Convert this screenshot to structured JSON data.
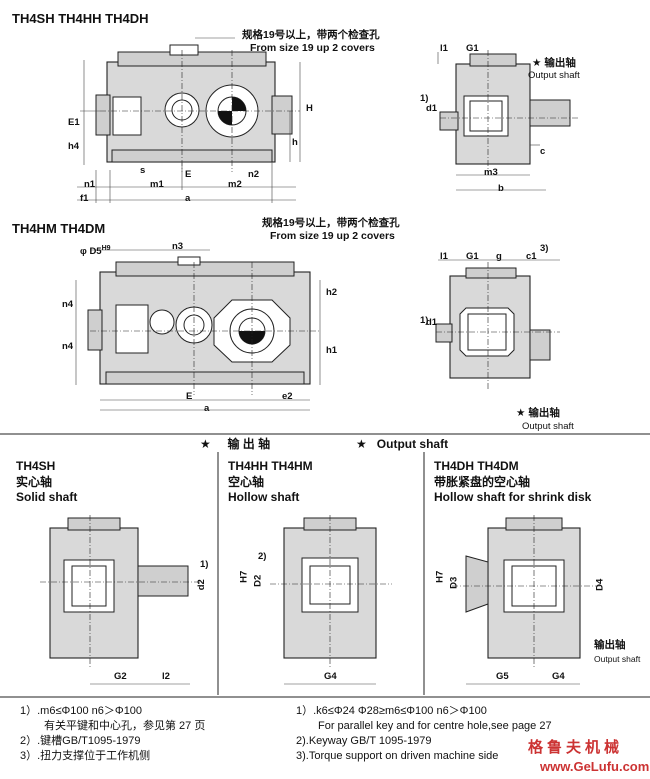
{
  "top": {
    "title": "TH4SH  TH4HH  TH4DH",
    "note_cn": "规格19号以上，带两个检查孔",
    "note_en": "From size 19 up 2 covers",
    "labels": {
      "E1": "E1",
      "h4": "h4",
      "s": "s",
      "E": "E",
      "n2": "n2",
      "n1": "n1",
      "m1": "m1",
      "m2": "m2",
      "f1": "f1",
      "a": "a",
      "H": "H",
      "h": "h",
      "l1": "l1",
      "G1": "G1",
      "d1": "d1",
      "c": "c",
      "m3": "m3",
      "b": "b"
    },
    "output_shaft_cn": "输出轴",
    "output_shaft_en": "Output shaft",
    "ref1": "1)"
  },
  "middle": {
    "title": "TH4HM  TH4DM",
    "note_cn": "规格19号以上，带两个检查孔",
    "note_en": "From size 19 up 2 covers",
    "labels": {
      "D5": "D5",
      "H9": "H9",
      "n3": "n3",
      "n4a": "n4",
      "n4b": "n4",
      "E": "E",
      "e2": "e2",
      "a": "a",
      "h2": "h2",
      "h1": "h1",
      "l1": "l1",
      "G1": "G1",
      "g": "g",
      "c1": "c1",
      "d1": "d1"
    },
    "ref1": "1)",
    "ref3": "3)",
    "output_shaft_cn": "输出轴",
    "output_shaft_en": "Output shaft"
  },
  "divider": {
    "star": "★",
    "cn": "输  出  轴",
    "en": "Output shaft"
  },
  "panels": [
    {
      "code": "TH4SH",
      "cn": "实心轴",
      "en": "Solid shaft",
      "labels": [
        "d2",
        "G2",
        "l2",
        "1)"
      ]
    },
    {
      "code": "TH4HH   TH4HM",
      "cn": "空心轴",
      "en": "Hollow shaft",
      "labels": [
        "D2",
        "H7",
        "G4",
        "2)"
      ]
    },
    {
      "code": "TH4DH   TH4DM",
      "cn": "带胀紧盘的空心轴",
      "en": "Hollow shaft for shrink disk",
      "labels": [
        "D3",
        "H7",
        "D4",
        "G5",
        "G4"
      ],
      "out_cn": "输出轴",
      "out_en": "Output shaft"
    }
  ],
  "footnotes_left": [
    "1）.m6≤Φ100   n6＞Φ100",
    "有关平键和中心孔，参见第 27 页",
    "2）.键槽GB/T1095-1979",
    "3）.扭力支撑位于工作机侧"
  ],
  "footnotes_right": [
    "1）.k6≤Φ24   Φ28≥m6≤Φ100   n6＞Φ100",
    "For parallel key and for centre hole,see page 27",
    "2).Keyway GB/T 1095-1979",
    "3).Torque support on driven machine side"
  ],
  "watermark": {
    "cn": "格鲁夫机械",
    "en": "www.GeLufu.com"
  }
}
